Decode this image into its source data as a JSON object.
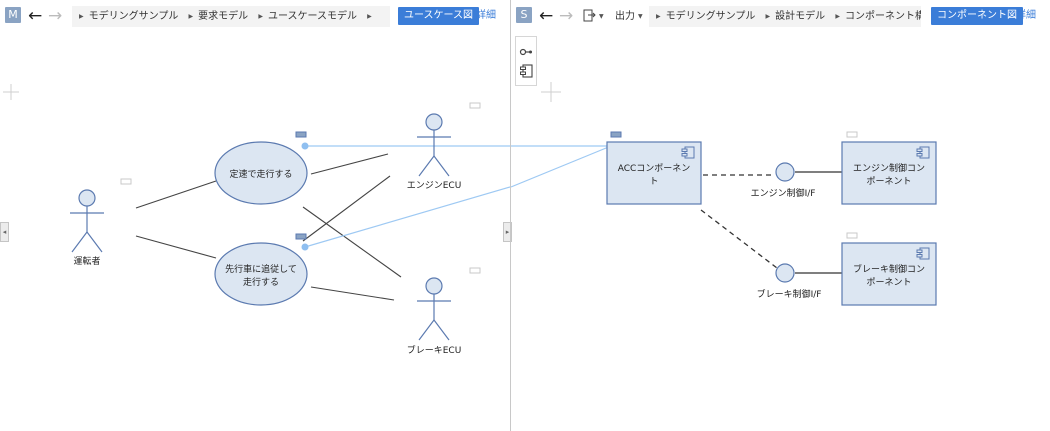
{
  "left": {
    "pane_letter": "M",
    "breadcrumbs": [
      "モデリングサンプル",
      "要求モデル",
      "ユースケースモデル"
    ],
    "diagram_type": "ユースケース図",
    "detail": "詳細",
    "actors": {
      "driver": "運転者",
      "engine_ecu": "エンジンECU",
      "brake_ecu": "ブレーキECU"
    },
    "usecases": {
      "cruise": "定速で走行する",
      "follow_line1": "先行車に追従して",
      "follow_line2": "走行する"
    }
  },
  "right": {
    "pane_letter": "S",
    "export_label": "出力",
    "breadcrumbs": [
      "モデリングサンプル",
      "設計モデル",
      "コンポーネント構造モデル"
    ],
    "diagram_type": "コンポーネント図",
    "detail": "詳細",
    "palette": [
      "connector-icon",
      "component-icon"
    ],
    "components": {
      "acc_line1": "ACCコンポーネン",
      "acc_line2": "ト",
      "engine_line1": "エンジン制御コン",
      "engine_line2": "ポーネント",
      "brake_line1": "ブレーキ制御コン",
      "brake_line2": "ポーネント"
    },
    "interfaces": {
      "engine": "エンジン制御I/F",
      "brake": "ブレーキ制御I/F"
    }
  },
  "colors": {
    "accent": "#3b7dd8",
    "node_fill": "#dce6f2",
    "node_stroke": "#5b7ab0",
    "link": "#9ec9f3"
  }
}
